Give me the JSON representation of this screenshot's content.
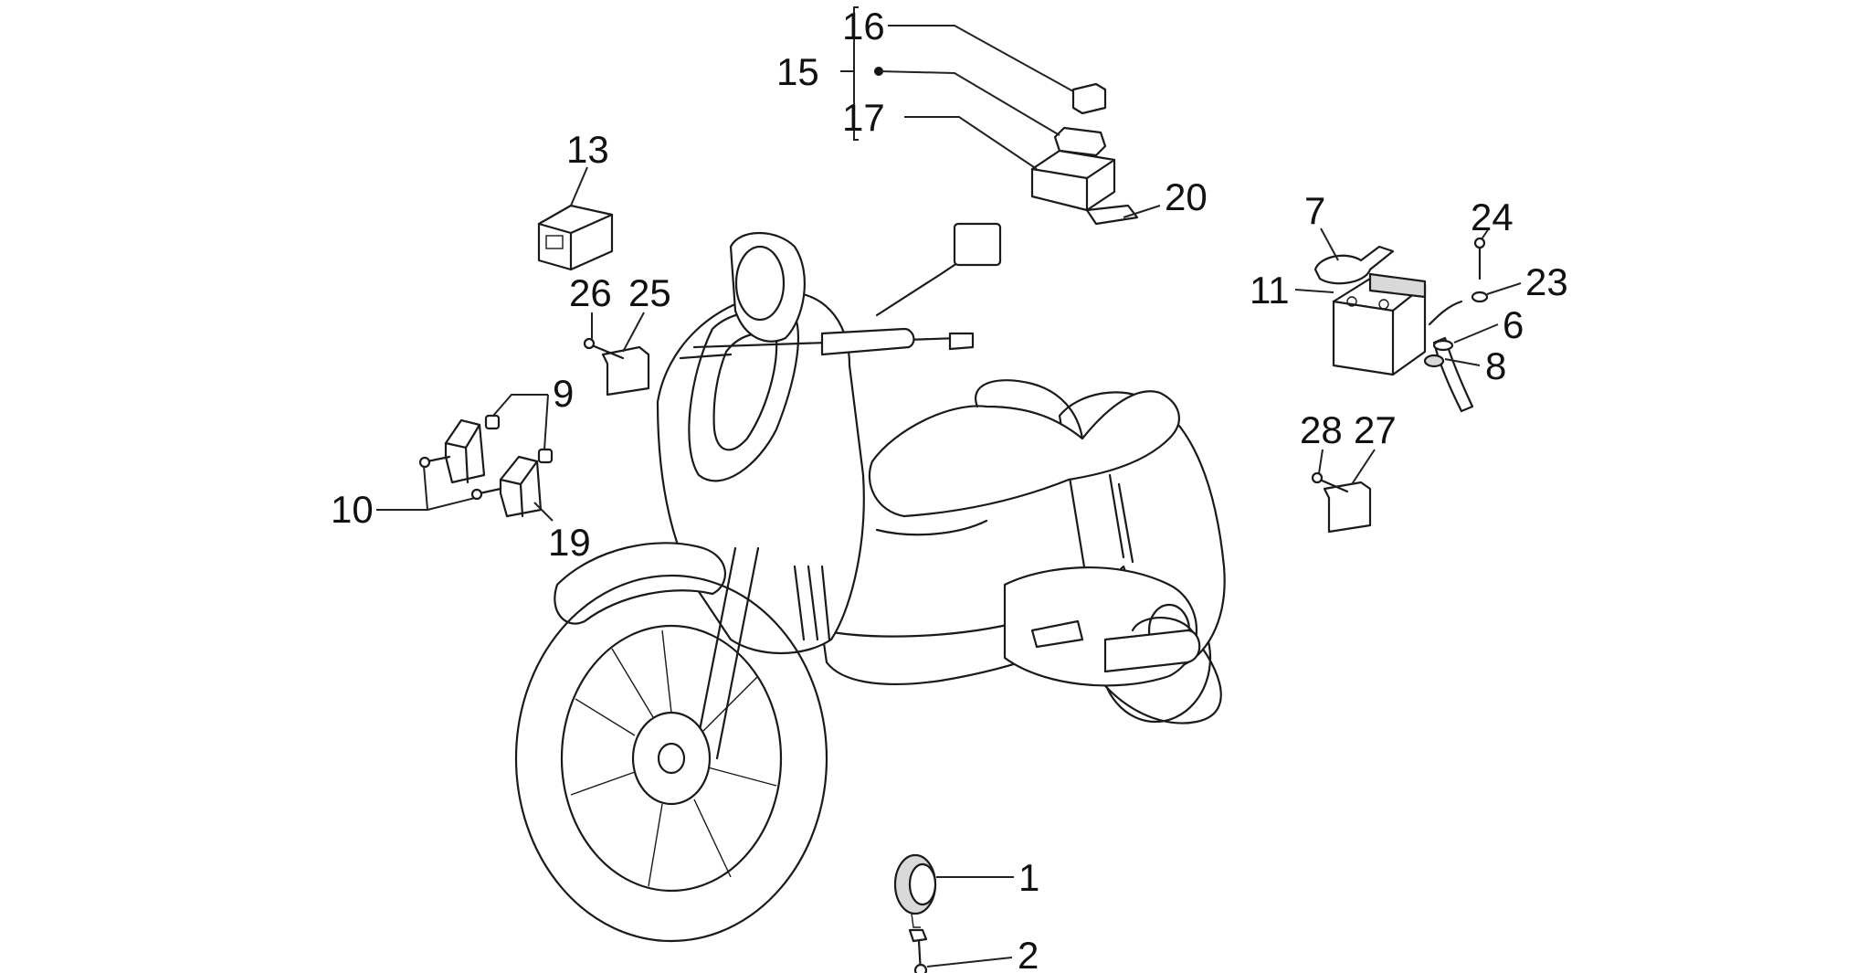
{
  "callouts": [
    "1",
    "2",
    "6",
    "7",
    "8",
    "9",
    "10",
    "11",
    "13",
    "15",
    "16",
    "17",
    "19",
    "20",
    "23",
    "24",
    "25",
    "26",
    "27",
    "28"
  ]
}
